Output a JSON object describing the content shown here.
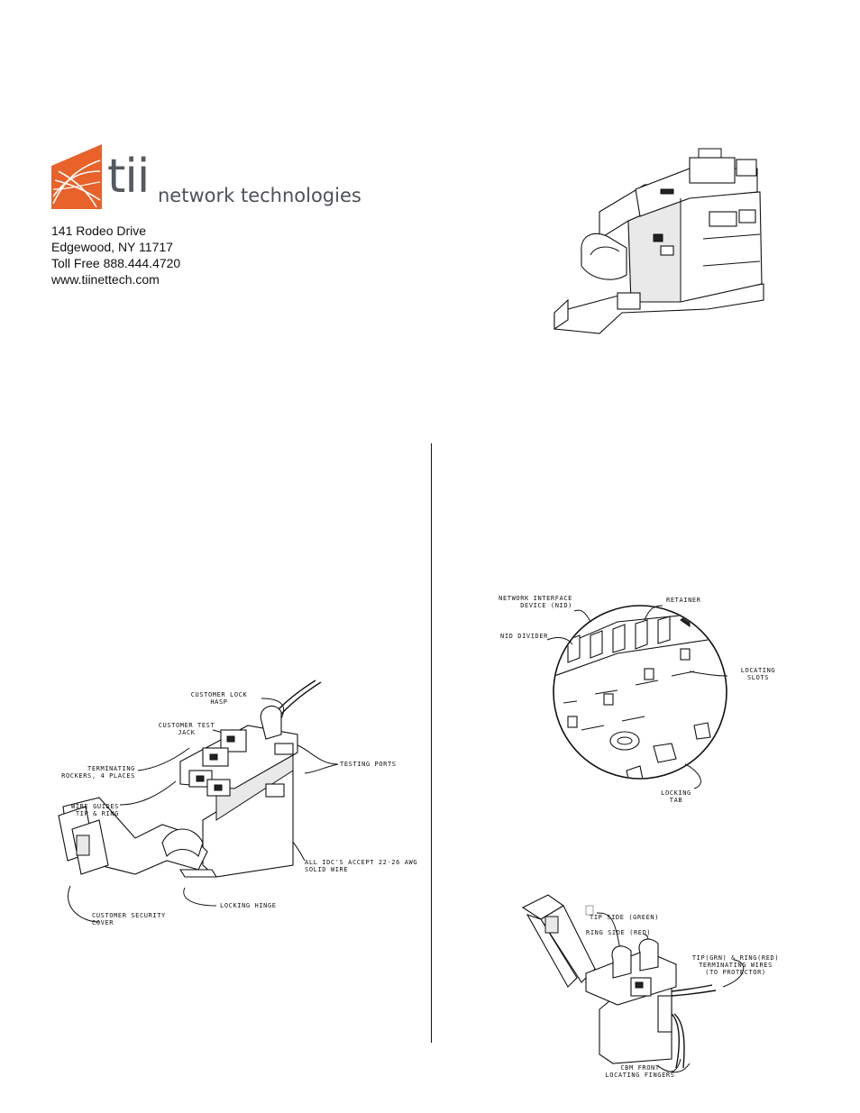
{
  "brand": {
    "logo_big": "tii",
    "logo_tagline": "network technologies",
    "accent_color": "#e8622a"
  },
  "address": {
    "street": "141 Rodeo Drive",
    "city": "Edgewood, NY 11717",
    "phone": "Toll Free 888.444.4720",
    "web": "www.tiinettech.com"
  },
  "figure_left": {
    "customer_lock_hasp": "CUSTOMER LOCK\nHASP",
    "customer_test_jack": "CUSTOMER TEST\nJACK",
    "terminating_rockers": "TERMINATING\nROCKERS, 4 PLACES",
    "testing_ports": "TESTING PORTS",
    "wire_guides": "WIRE GUIDES\nTIP & RING",
    "idc_note": "ALL IDC'S ACCEPT 22-26 AWG\nSOLID WIRE",
    "locking_hinge": "LOCKING HINGE",
    "security_cover": "CUSTOMER SECURITY\nCOVER"
  },
  "figure_right_top": {
    "nid": "NETWORK INTERFACE\nDEVICE (NID)",
    "retainer": "RETAINER",
    "nid_divider": "NID DIVIDER",
    "locating_slots": "LOCATING\nSLOTS",
    "locking_tab": "LOCKING\nTAB"
  },
  "figure_right_bottom": {
    "tip_side": "TIP SIDE (GREEN)",
    "ring_side": "RING SIDE (RED)",
    "terminating_wires": "TIP(GRN) & RING(RED)\nTERMINATING WIRES\n(TO PROTECTOR)",
    "front_fingers": "CBM FRONT\nLOCATING FINGERS"
  }
}
